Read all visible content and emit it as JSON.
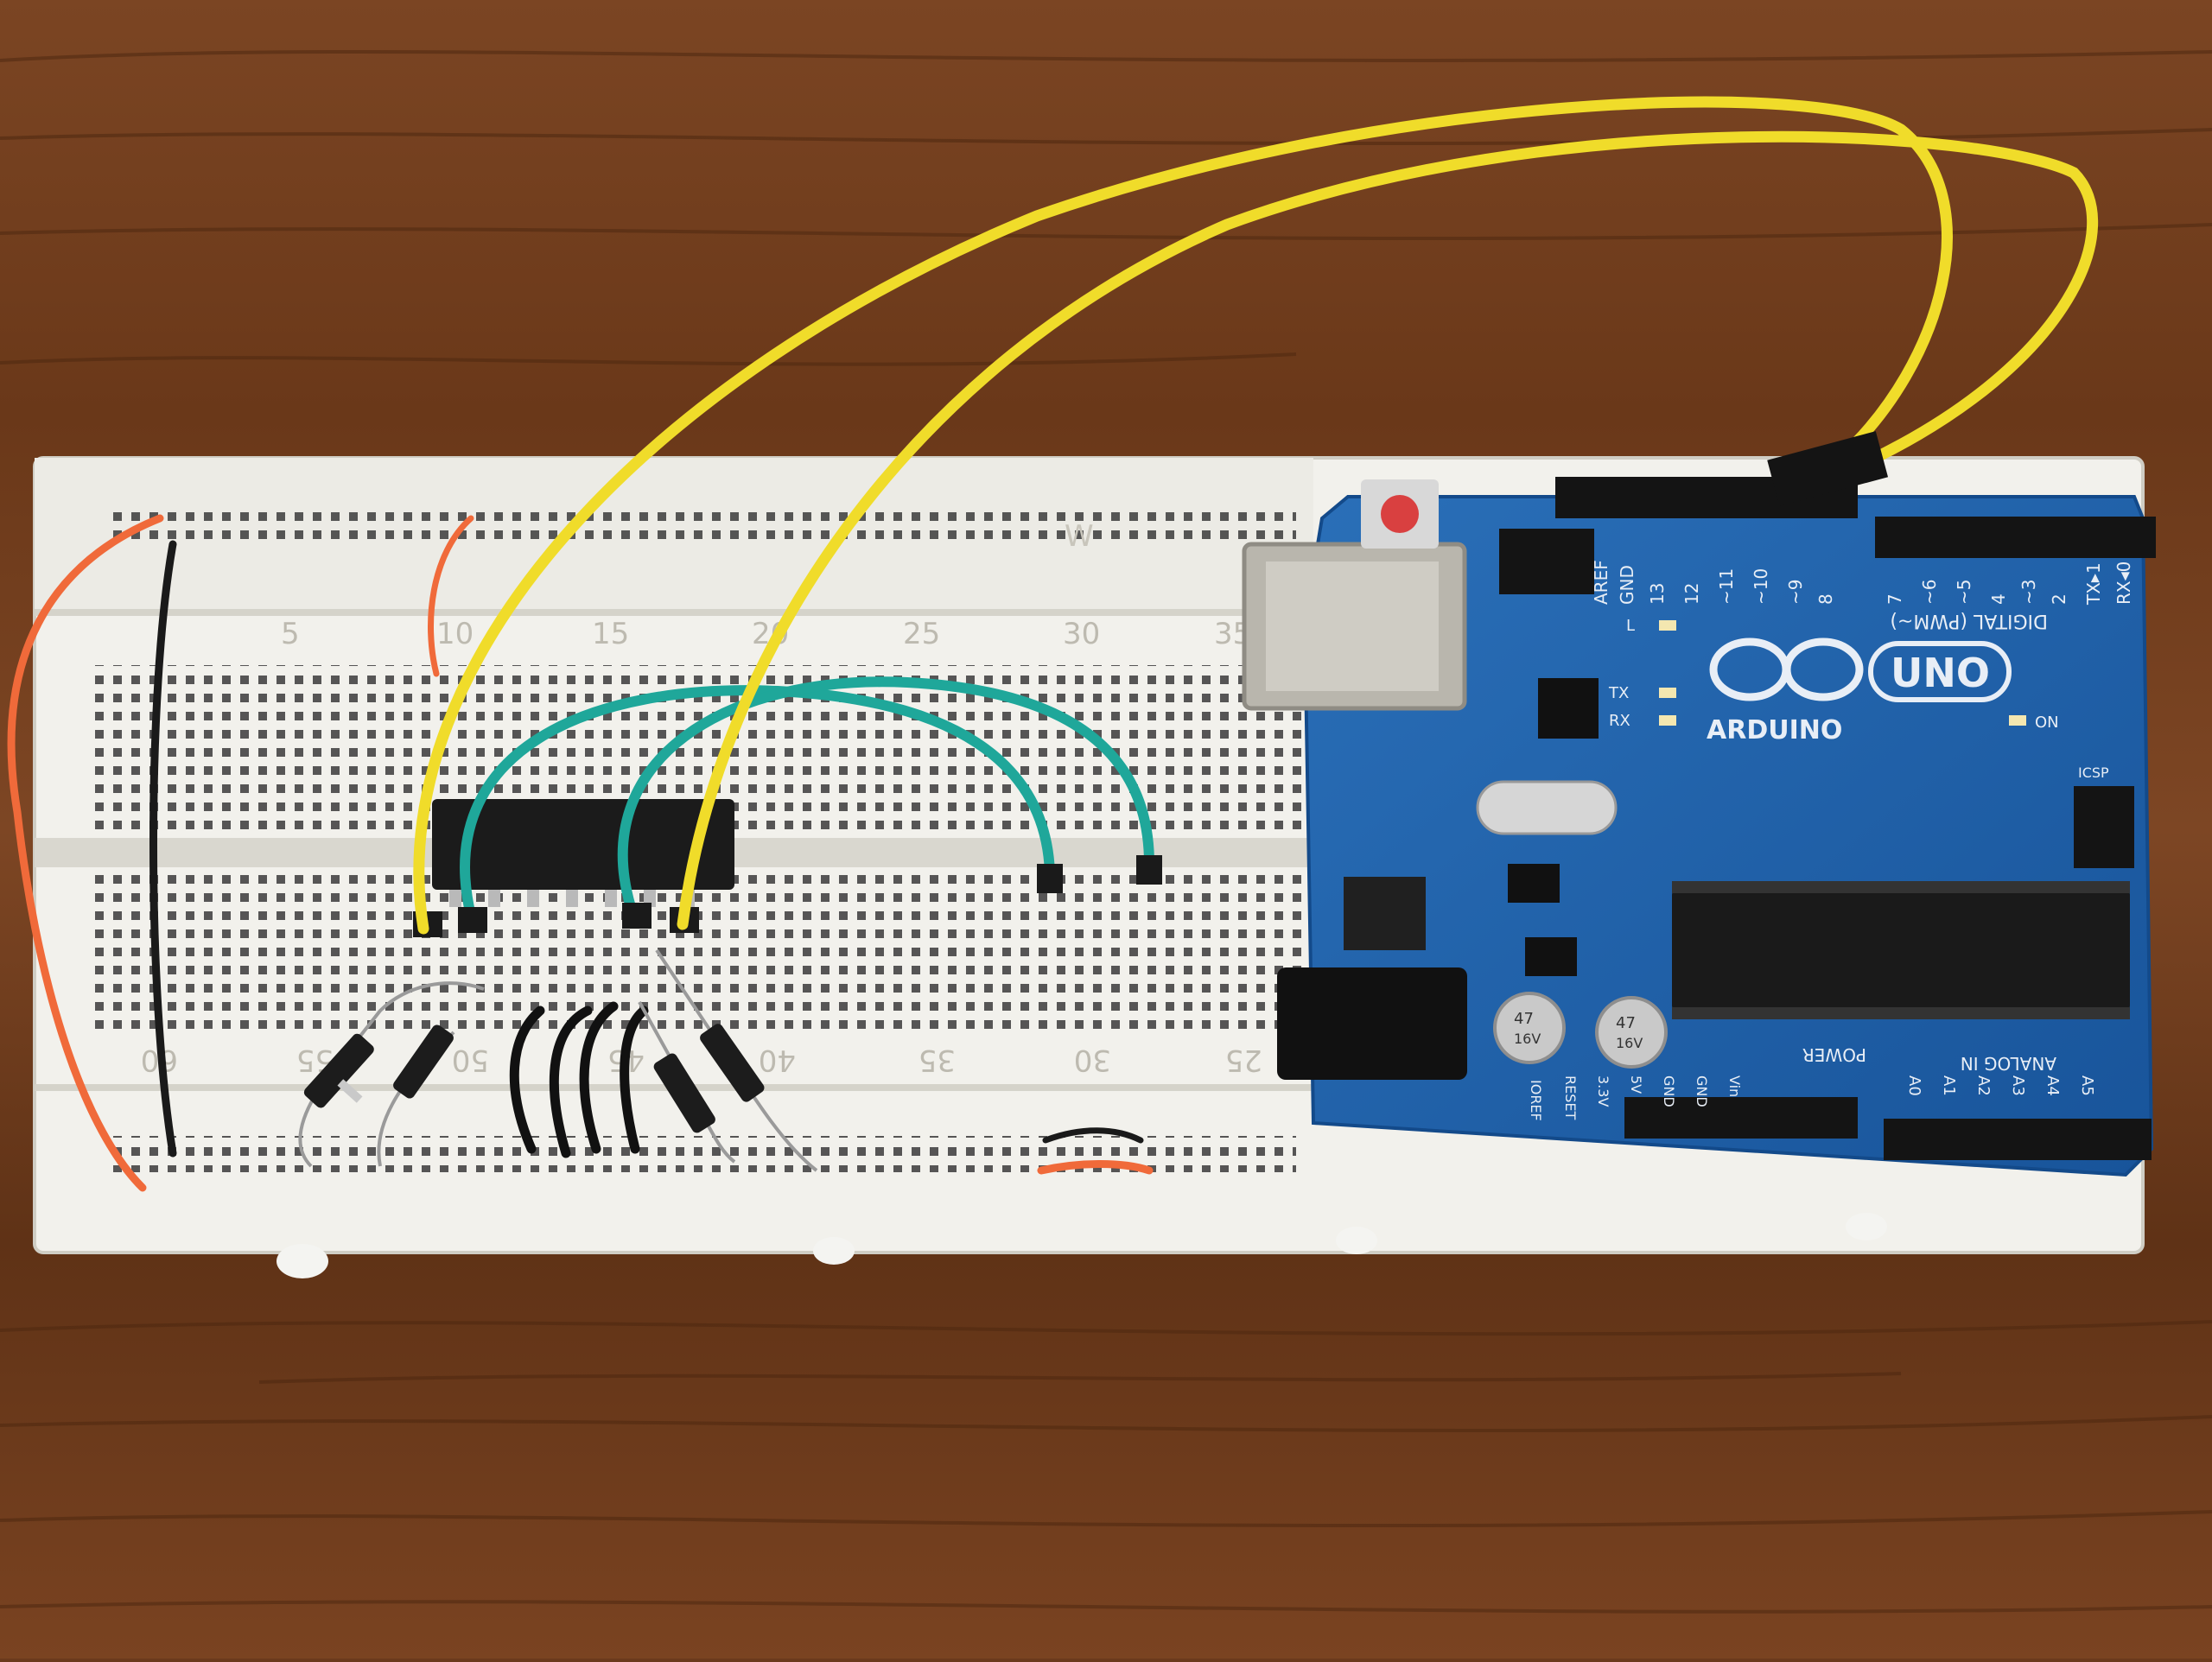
{
  "breadboard": {
    "top_row_numbers": [
      "5",
      "10",
      "15",
      "20",
      "25",
      "30",
      "35"
    ],
    "bottom_row_numbers": [
      "60",
      "55",
      "50",
      "45",
      "40",
      "35",
      "30",
      "25"
    ],
    "rail_marker": "W"
  },
  "arduino": {
    "brand": "ARDUINO",
    "model": "UNO",
    "header_top_label": "DIGITAL (PWM~)",
    "top_pin_labels": [
      "AREF",
      "GND",
      "13",
      "12",
      "~11",
      "~10",
      "~9",
      "8",
      "7",
      "~6",
      "~5",
      "4",
      "~3",
      "2",
      "TX▸1",
      "RX◂0"
    ],
    "power_label": "POWER",
    "analog_label": "ANALOG IN",
    "power_pins": [
      "IOREF",
      "RESET",
      "3.3V",
      "5V",
      "GND",
      "GND",
      "Vin"
    ],
    "analog_pins": [
      "A0",
      "A1",
      "A2",
      "A3",
      "A4",
      "A5"
    ],
    "led_labels": [
      "L",
      "TX",
      "RX",
      "ON"
    ],
    "icsp_label": "ICSP",
    "cap_label": "47",
    "cap_voltage": "16V",
    "colors": {
      "board": "#1d5fa8",
      "wire_yellow": "#f0dc2a",
      "wire_teal": "#1fa79a",
      "wire_orange": "#f06a3a",
      "wire_black": "#1a1a1a",
      "wood": "#7a4421"
    }
  }
}
